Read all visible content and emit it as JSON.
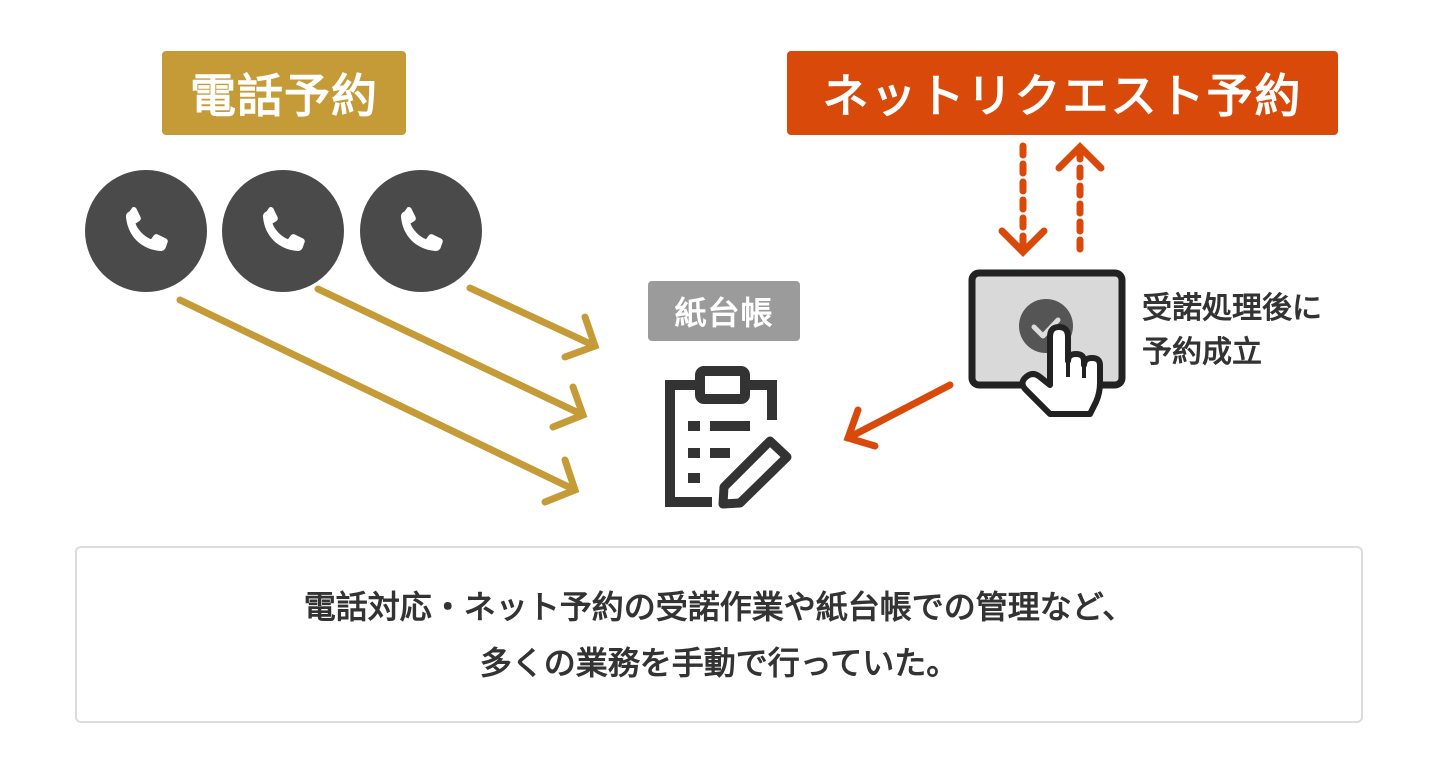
{
  "colors": {
    "gold": "#c49b36",
    "orange": "#d9490a",
    "ledger_gray": "#9b9b9b",
    "icon_dark": "#4a4a4a",
    "text_dark": "#333333",
    "tablet_fill": "#d9d9d9",
    "border_gray": "#dcdcdc"
  },
  "phone_booking": {
    "label": "電話予約",
    "phones": [
      {
        "icon": "phone-icon"
      },
      {
        "icon": "phone-icon"
      },
      {
        "icon": "phone-icon"
      }
    ]
  },
  "net_booking": {
    "label": "ネットリクエスト予約",
    "arrows": [
      "down-dashed-arrow",
      "up-dashed-arrow"
    ]
  },
  "ledger": {
    "label": "紙台帳",
    "icon": "clipboard-edit-icon"
  },
  "tablet": {
    "icon": "tablet-check-tap-icon",
    "note_line1": "受諾処理後に",
    "note_line2": "予約成立"
  },
  "summary": {
    "line1": "電話対応・ネット予約の受諾作業や紙台帳での管理など、",
    "line2": "多くの業務を手動で行っていた。"
  }
}
